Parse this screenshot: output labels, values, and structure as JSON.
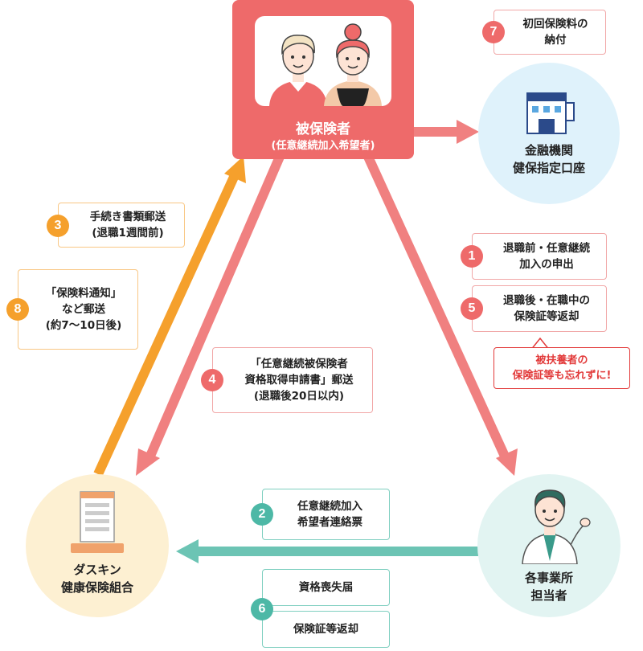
{
  "nodes": {
    "insured": {
      "title": "被保険者",
      "subtitle": "(任意継続加入希望者)"
    },
    "bank": {
      "label": "金融機関\n健保指定口座",
      "color": "#dff2fb"
    },
    "union": {
      "label": "ダスキン\n健康保険組合",
      "color": "#fdf0d2"
    },
    "employer": {
      "label": "各事業所\n担当者",
      "color": "#e2f4f2"
    }
  },
  "steps": {
    "s1": {
      "number": "1",
      "text": "退職前・任意継続\n加入の申出"
    },
    "s2": {
      "number": "2",
      "text": "任意継続加入\n希望者連絡票"
    },
    "s3": {
      "number": "3",
      "text": "手続き書類郵送\n(退職1週間前)"
    },
    "s4": {
      "number": "4",
      "text": "「任意継続被保険者\n資格取得申請書」郵送\n(退職後20日以内)"
    },
    "s5": {
      "number": "5",
      "text": "退職後・在職中の\n保険証等返却"
    },
    "s6": {
      "number": "6",
      "text_a": "資格喪失届",
      "text_b": "保険証等返却"
    },
    "s7": {
      "number": "7",
      "text": "初回保険料の\n納付"
    },
    "s8": {
      "number": "8",
      "text": "「保険料通知」\nなど郵送\n(約7〜10日後)"
    }
  },
  "warning": "被扶養者の\n保険証等も忘れずに!",
  "colors": {
    "red": "#ee6a6a",
    "arrow_red": "#f08080",
    "orange": "#f5a02c",
    "green": "#6cc4b4",
    "warning": "#e23a3a"
  }
}
